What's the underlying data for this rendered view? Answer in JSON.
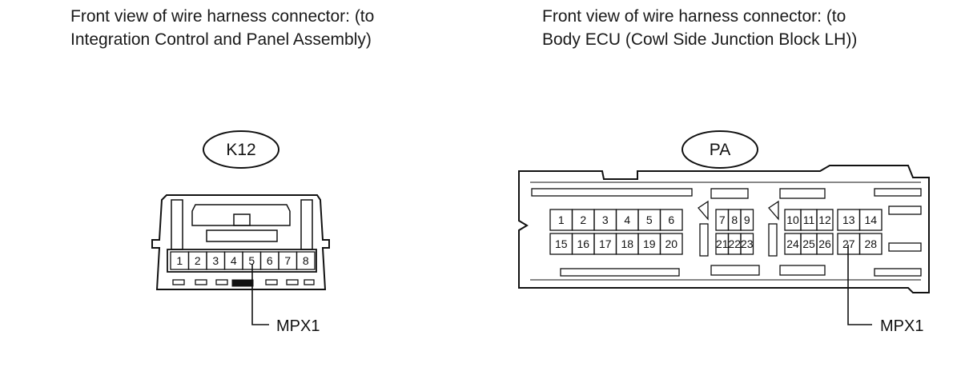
{
  "left": {
    "caption": [
      "Front view of wire harness connector: (to",
      "Integration Control and Panel Assembly)"
    ],
    "connector": "K12",
    "pins": [
      "1",
      "2",
      "3",
      "4",
      "5",
      "6",
      "7",
      "8"
    ],
    "callout": "MPX1"
  },
  "right": {
    "caption": [
      "Front view of wire harness connector: (to",
      "Body ECU (Cowl Side Junction Block LH))"
    ],
    "connector": "PA",
    "blocks": [
      {
        "top": [
          "1",
          "2",
          "3",
          "4",
          "5",
          "6"
        ],
        "bottom": [
          "15",
          "16",
          "17",
          "18",
          "19",
          "20"
        ]
      },
      {
        "top": [
          "7",
          "8",
          "9"
        ],
        "bottom": [
          "21",
          "22",
          "23"
        ]
      },
      {
        "top": [
          "10",
          "11",
          "12"
        ],
        "bottom": [
          "24",
          "25",
          "26"
        ]
      },
      {
        "top": [
          "13",
          "14"
        ],
        "bottom": [
          "27",
          "28"
        ]
      }
    ],
    "callout": "MPX1"
  }
}
